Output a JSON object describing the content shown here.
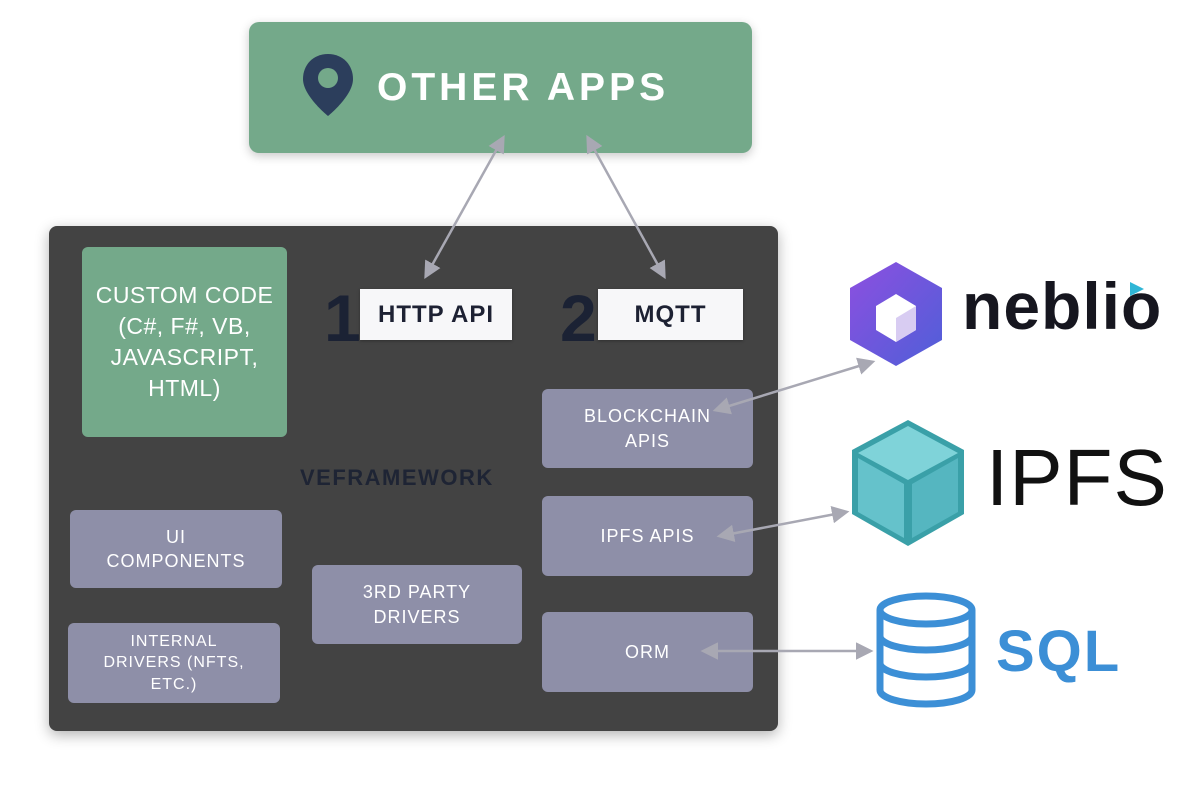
{
  "other_apps": {
    "title": "OTHER APPS",
    "icon": "map-pin-icon"
  },
  "framework": {
    "title": "VEFRAMEWORK",
    "custom_code": "CUSTOM CODE\n(C#, F#, VB,\nJAVASCRIPT,\nHTML)",
    "ui_components": "UI\nCOMPONENTS",
    "internal_drivers": "INTERNAL\nDRIVERS (NFTS,\nETC.)",
    "third_party_drivers": "3RD PARTY\nDRIVERS",
    "blockchain_apis": "BLOCKCHAIN\nAPIS",
    "ipfs_apis": "IPFS APIS",
    "orm": "ORM",
    "http_api": {
      "number": "1",
      "label": "HTTP API"
    },
    "mqtt": {
      "number": "2",
      "label": "MQTT"
    }
  },
  "logos": {
    "neblio": {
      "text": "neblio",
      "icon": "neblio-cube-icon"
    },
    "ipfs": {
      "text": "IPFS",
      "icon": "ipfs-cube-icon"
    },
    "sql": {
      "text": "SQL",
      "icon": "database-icon"
    }
  },
  "colors": {
    "green": "#74a98a",
    "dark_panel": "#434343",
    "lavender_box": "#8e8fa8",
    "navy_text": "#1b2234",
    "neblio_purple": "#7a3fd0",
    "ipfs_teal": "#65c2cb",
    "sql_blue": "#3c8fd6",
    "arrow_gray": "#a8a8b3"
  }
}
